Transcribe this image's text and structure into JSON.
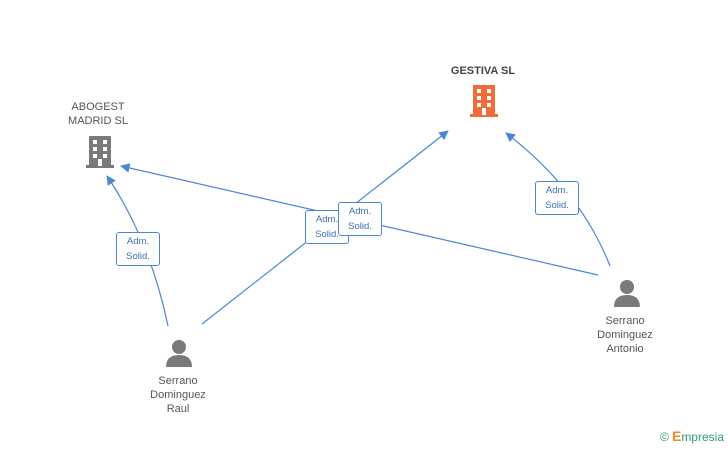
{
  "nodes": {
    "gestiva": {
      "name": "GESTIVA SL",
      "icon": "building-icon",
      "color": "#f26b3a"
    },
    "abogest": {
      "name_line1": "ABOGEST",
      "name_line2": "MADRID SL",
      "icon": "building-icon",
      "color": "#7a7a7a"
    },
    "raul": {
      "line1": "Serrano",
      "line2": "Dominguez",
      "line3": "Raul",
      "icon": "person-icon",
      "color": "#7a7a7a"
    },
    "antonio": {
      "line1": "Serrano",
      "line2": "Dominguez",
      "line3": "Antonio",
      "icon": "person-icon",
      "color": "#7a7a7a"
    }
  },
  "edges": [
    {
      "from": "raul",
      "to": "abogest",
      "role_line1": "Adm.",
      "role_line2": "Solid."
    },
    {
      "from": "raul",
      "to": "gestiva",
      "role_line1": "Adm.",
      "role_line2": "Solid."
    },
    {
      "from": "antonio",
      "to": "abogest",
      "role_line1": "Adm.",
      "role_line2": "Solid."
    },
    {
      "from": "antonio",
      "to": "gestiva",
      "role_line1": "Adm.",
      "role_line2": "Solid."
    }
  ],
  "edge_color": "#4a86d4",
  "brand": {
    "copyright": "©",
    "initial": "E",
    "rest": "mpresia"
  }
}
